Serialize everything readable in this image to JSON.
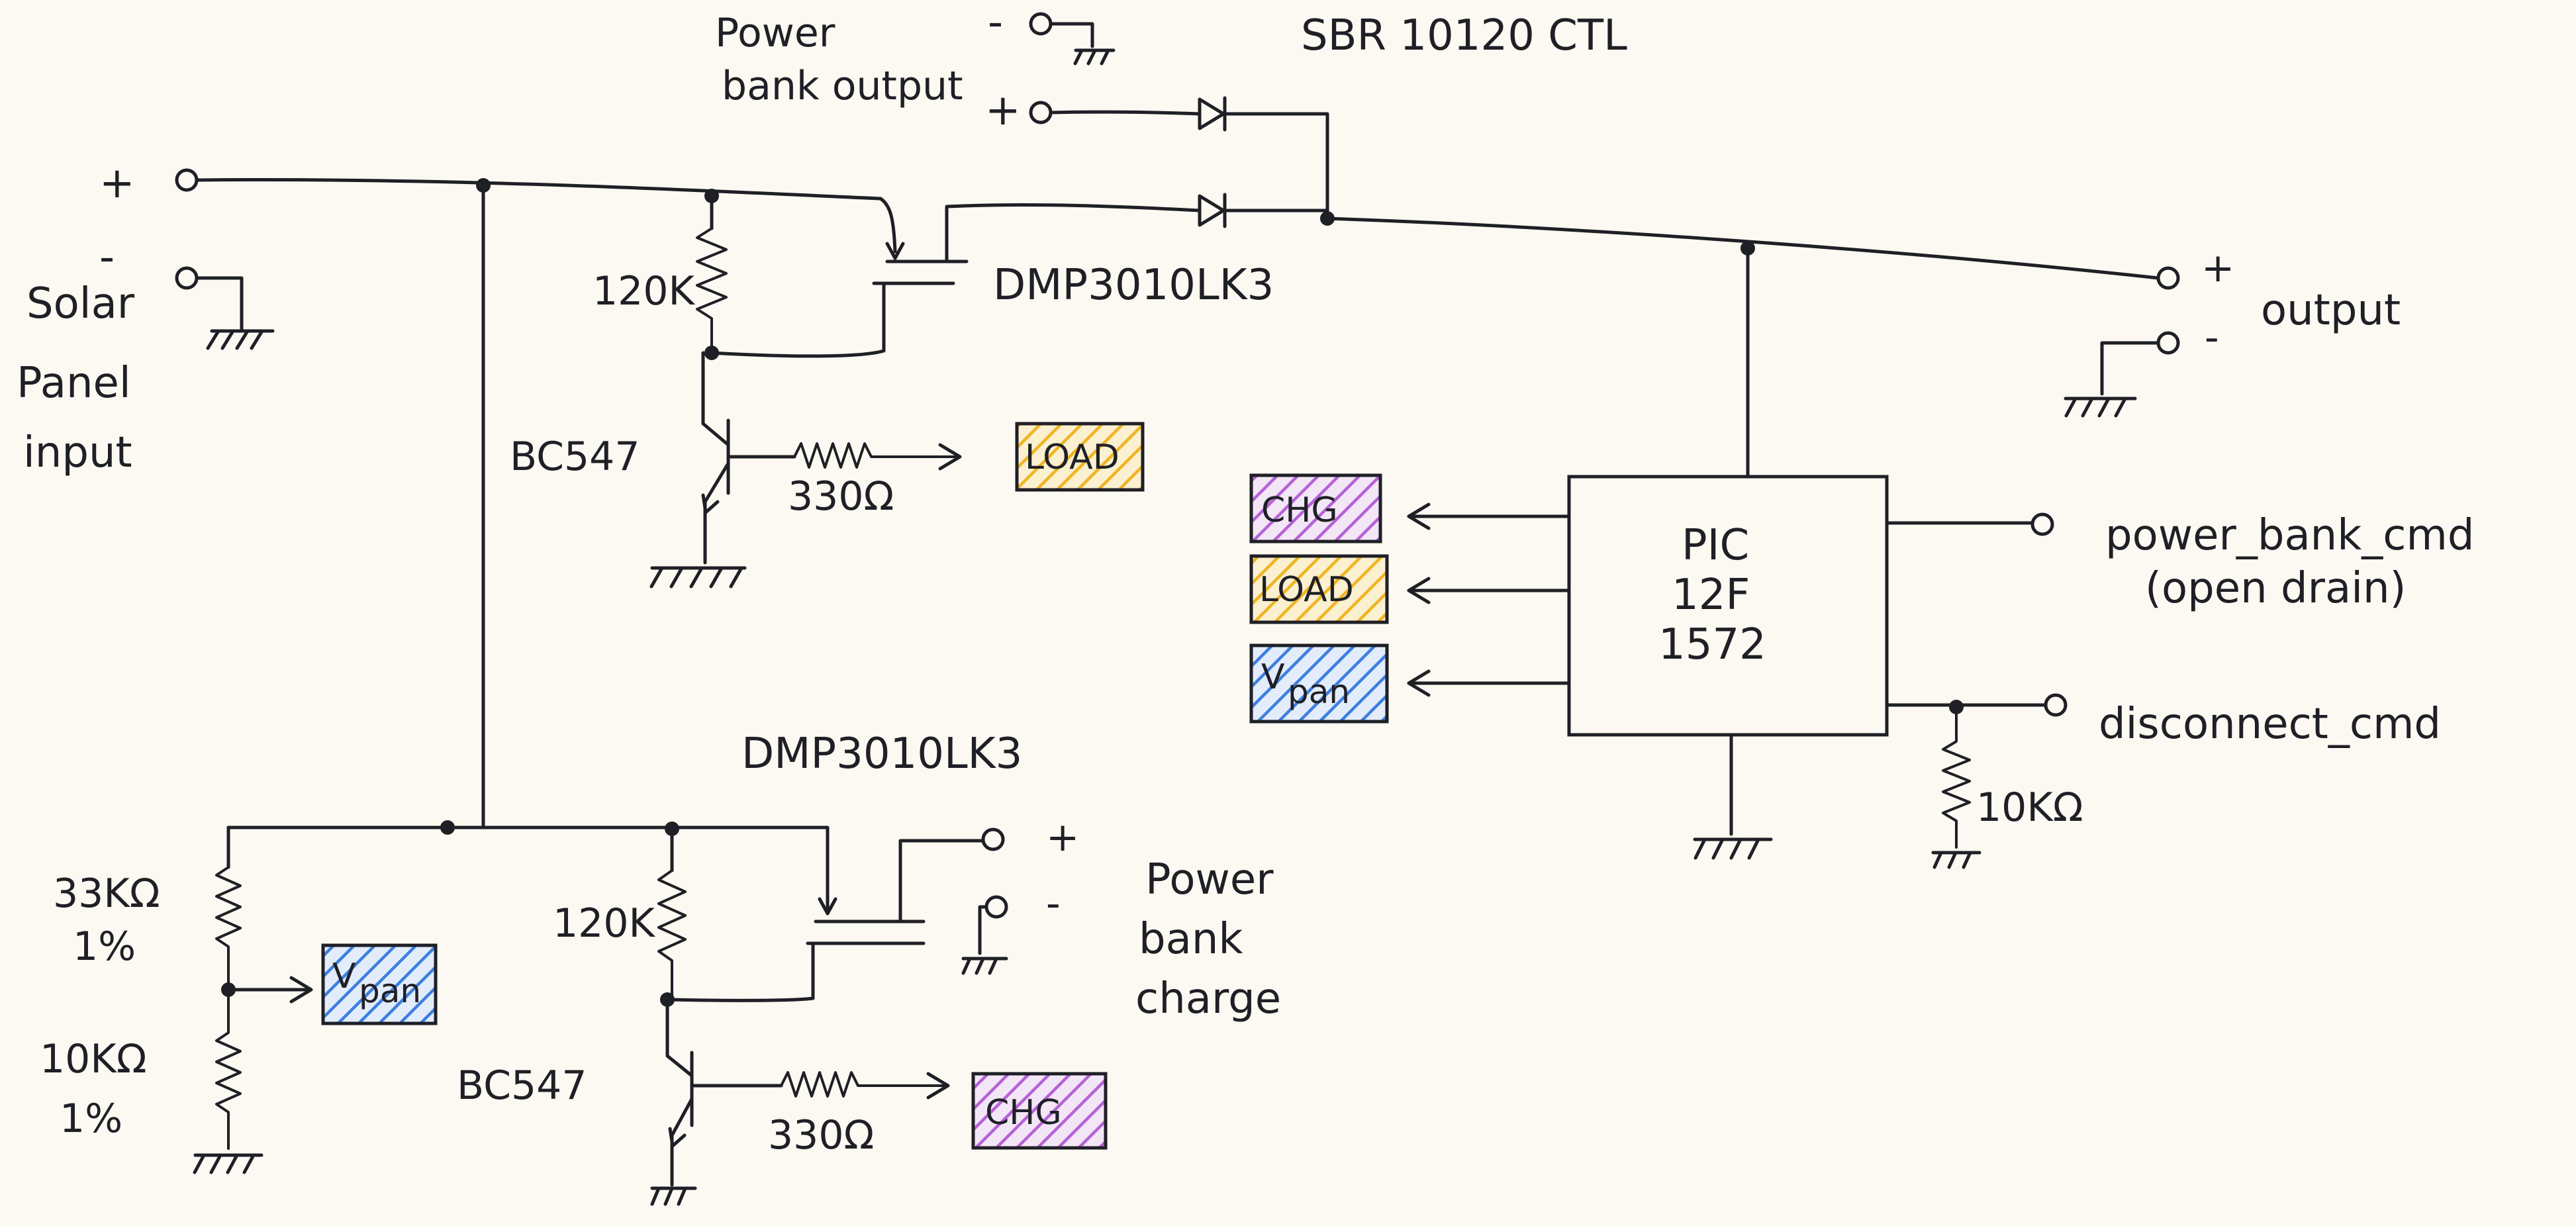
{
  "labels": {
    "power_bank_output": [
      "Power",
      "bank output"
    ],
    "diode_part": "SBR 10120 CTL",
    "mosfet_top": "DMP3010LK3",
    "mosfet_bottom": "DMP3010LK3",
    "solar_input": [
      "Solar",
      "Panel",
      "input"
    ],
    "output": "output",
    "res_120k_top": "120K",
    "res_120k_bottom": "120K",
    "bjt_top": "BC547",
    "bjt_bottom": "BC547",
    "res_330_top": "330Ω",
    "res_330_bottom": "330Ω",
    "mcu": [
      "PIC",
      "12F",
      "1572"
    ],
    "power_bank_cmd": [
      "power_bank_cmd",
      "(open drain)"
    ],
    "disconnect_cmd": "disconnect_cmd",
    "res_10k_pulldown": "10KΩ",
    "res_33k": [
      "33KΩ",
      "1%"
    ],
    "res_10k_divider": [
      "10KΩ",
      "1%"
    ],
    "power_bank_charge": [
      "Power",
      "bank",
      "charge"
    ],
    "plus": "+",
    "minus": "-"
  },
  "signal_tags": {
    "chg": {
      "text": "CHG",
      "color": "#b562d6"
    },
    "load": {
      "text": "LOAD",
      "color": "#f0b422"
    },
    "vpan_text": "V",
    "vpan_sub": "pan",
    "vpan_color": "#3d7fe0"
  }
}
